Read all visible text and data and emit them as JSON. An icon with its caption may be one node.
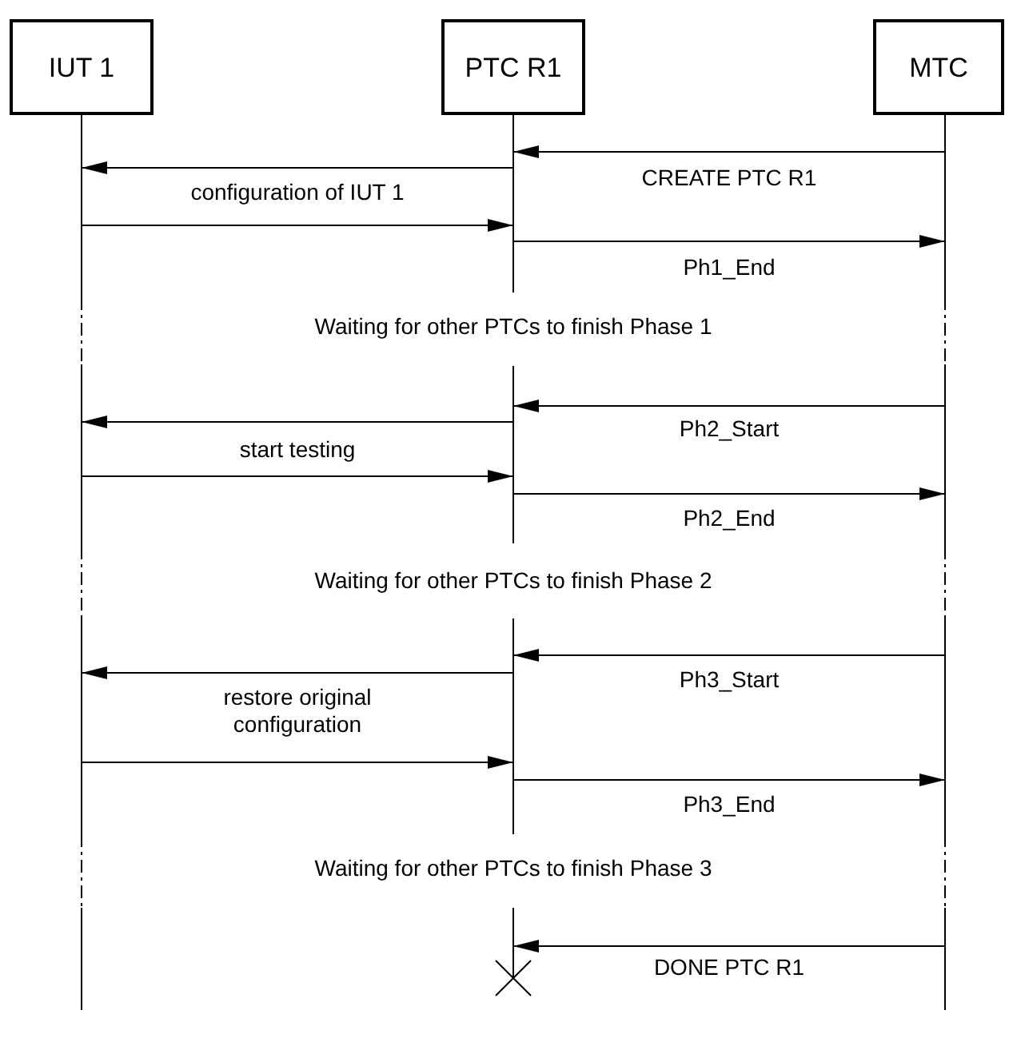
{
  "diagram": {
    "nodes": [
      {
        "text": [
          "IUT 1"
        ]
      },
      {
        "text": [
          "PTC R1"
        ]
      },
      {
        "text": [
          "MTC"
        ]
      }
    ],
    "edges": [
      {
        "from": 2,
        "to": 1,
        "arrow": "to",
        "label": "CREATE PTC R1"
      },
      {
        "from": 1,
        "to": 0,
        "arrow": "to"
      },
      {
        "from": 0,
        "to": 1,
        "arrow": "to",
        "label": "configuration of IUT 1"
      },
      {
        "from": 1,
        "to": 2,
        "arrow": "to",
        "label": "Ph1_End"
      },
      {
        "from": 2,
        "to": 1,
        "arrow": "to",
        "label": "Ph2_Start"
      },
      {
        "from": 1,
        "to": 0,
        "arrow": "to"
      },
      {
        "from": 0,
        "to": 1,
        "arrow": "to",
        "label": "start testing"
      },
      {
        "from": 1,
        "to": 2,
        "arrow": "to",
        "label": "Ph2_End"
      },
      {
        "from": 2,
        "to": 1,
        "arrow": "to",
        "label": "Ph3_Start"
      },
      {
        "from": 1,
        "to": 0,
        "arrow": "to"
      },
      {
        "from": 0,
        "to": 1,
        "arrow": "to",
        "label": "restore original configuration"
      },
      {
        "from": 1,
        "to": 2,
        "arrow": "to",
        "label": "Ph3_End"
      },
      {
        "from": 2,
        "to": 1,
        "arrow": "to",
        "label": "DONE PTC R1"
      }
    ],
    "labels": [
      "Waiting for other PTCs to finish Phase 1",
      "Waiting for other PTCs to finish Phase 2",
      "Waiting for other PTCs to finish Phase 3"
    ]
  }
}
